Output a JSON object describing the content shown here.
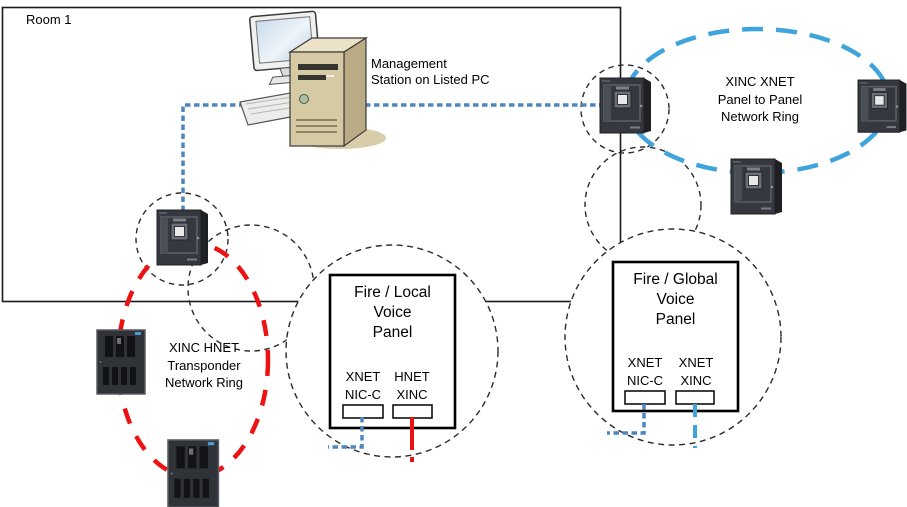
{
  "room": {
    "label": "Room 1"
  },
  "management_station": {
    "label": "Management\nStation on Listed PC"
  },
  "xnet_ring": {
    "label": "XINC XNET\nPanel to Panel\nNetwork Ring",
    "color": "#3FA3DC"
  },
  "hnet_ring": {
    "label": "XINC HNET\nTransponder\nNetwork Ring",
    "color": "#ED1111"
  },
  "local_panel": {
    "title": "Fire / Local\nVoice\nPanel",
    "ports": [
      {
        "label": "XNET\nNIC-C"
      },
      {
        "label": "HNET\nXINC"
      }
    ]
  },
  "global_panel": {
    "title": "Fire / Global\nVoice\nPanel",
    "ports": [
      {
        "label": "XNET\nNIC-C"
      },
      {
        "label": "XNET\nXINC"
      }
    ]
  },
  "colors": {
    "management_line": "#4F86BE",
    "xnet_line": "#3FA3DC",
    "hnet_line": "#ED1111",
    "callout_circle": "#2B2B2B",
    "room_border": "#1A1A1A"
  },
  "icons": {
    "pc": "desktop-pc-icon",
    "fire_panel": "fire-panel-icon",
    "transponder": "transponder-icon"
  }
}
